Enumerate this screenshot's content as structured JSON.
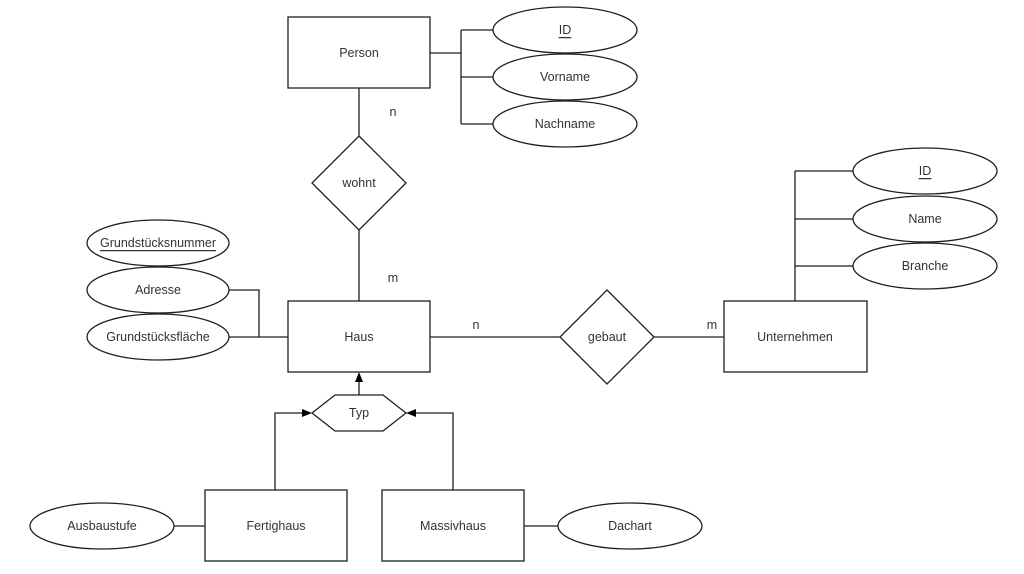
{
  "diagram": {
    "type": "er-diagram",
    "entities": {
      "person": "Person",
      "haus": "Haus",
      "unternehmen": "Unternehmen",
      "fertighaus": "Fertighaus",
      "massivhaus": "Massivhaus"
    },
    "relationships": {
      "wohnt": "wohnt",
      "gebaut": "gebaut"
    },
    "specialization": {
      "typ": "Typ"
    },
    "attributes": {
      "person_id": "ID",
      "person_vorname": "Vorname",
      "person_nachname": "Nachname",
      "unternehmen_id": "ID",
      "unternehmen_name": "Name",
      "unternehmen_branche": "Branche",
      "haus_grundstuecksnummer": "Grundstücksnummer",
      "haus_adresse": "Adresse",
      "haus_grundstuecksflaeche": "Grundstücksfläche",
      "fertighaus_ausbaustufe": "Ausbaustufe",
      "massivhaus_dachart": "Dachart"
    },
    "key_attributes": [
      "person_id",
      "unternehmen_id",
      "haus_grundstuecksnummer"
    ],
    "cardinalities": {
      "wohnt_person": "n",
      "wohnt_haus": "m",
      "gebaut_haus": "n",
      "gebaut_unternehmen": "m"
    }
  }
}
